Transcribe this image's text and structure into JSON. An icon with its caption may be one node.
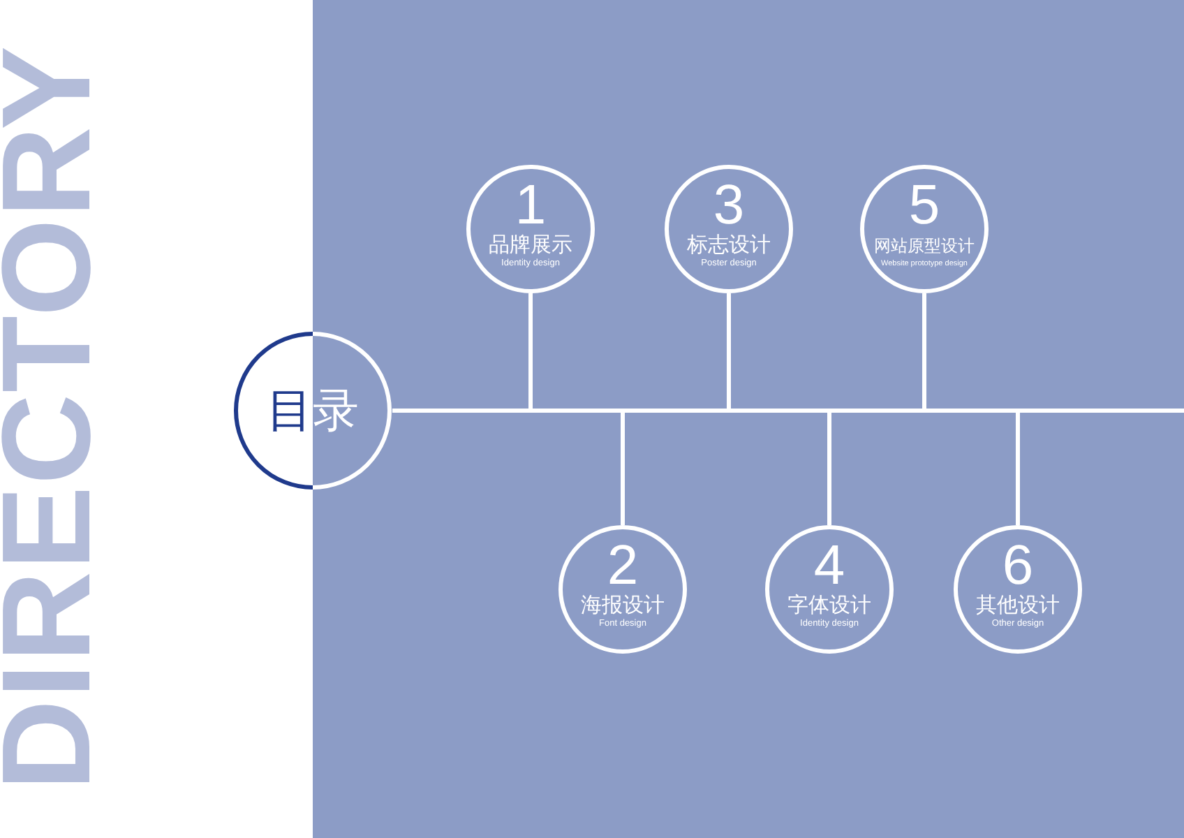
{
  "diagram": {
    "nodes": [
      {
        "text": [
          "目录"
        ]
      },
      {
        "text": [
          "1",
          "品牌展示",
          "Identity design"
        ]
      },
      {
        "text": [
          "2",
          "海报设计",
          "Font design"
        ]
      },
      {
        "text": [
          "3",
          "标志设计",
          "Poster design"
        ]
      },
      {
        "text": [
          "4",
          "字体设计",
          "Identity design"
        ]
      },
      {
        "text": [
          "5",
          "网站原型设计",
          "Website prototype design"
        ]
      },
      {
        "text": [
          "6",
          "其他设计",
          "Other design"
        ]
      }
    ],
    "edges": [
      {
        "from": 0,
        "to": 1,
        "arrow": "none"
      },
      {
        "from": 0,
        "to": 2,
        "arrow": "none"
      },
      {
        "from": 0,
        "to": 3,
        "arrow": "none"
      },
      {
        "from": 0,
        "to": 4,
        "arrow": "none"
      },
      {
        "from": 0,
        "to": 5,
        "arrow": "none"
      },
      {
        "from": 0,
        "to": 6,
        "arrow": "none"
      }
    ],
    "labels": [
      "DIRECTORY"
    ]
  }
}
